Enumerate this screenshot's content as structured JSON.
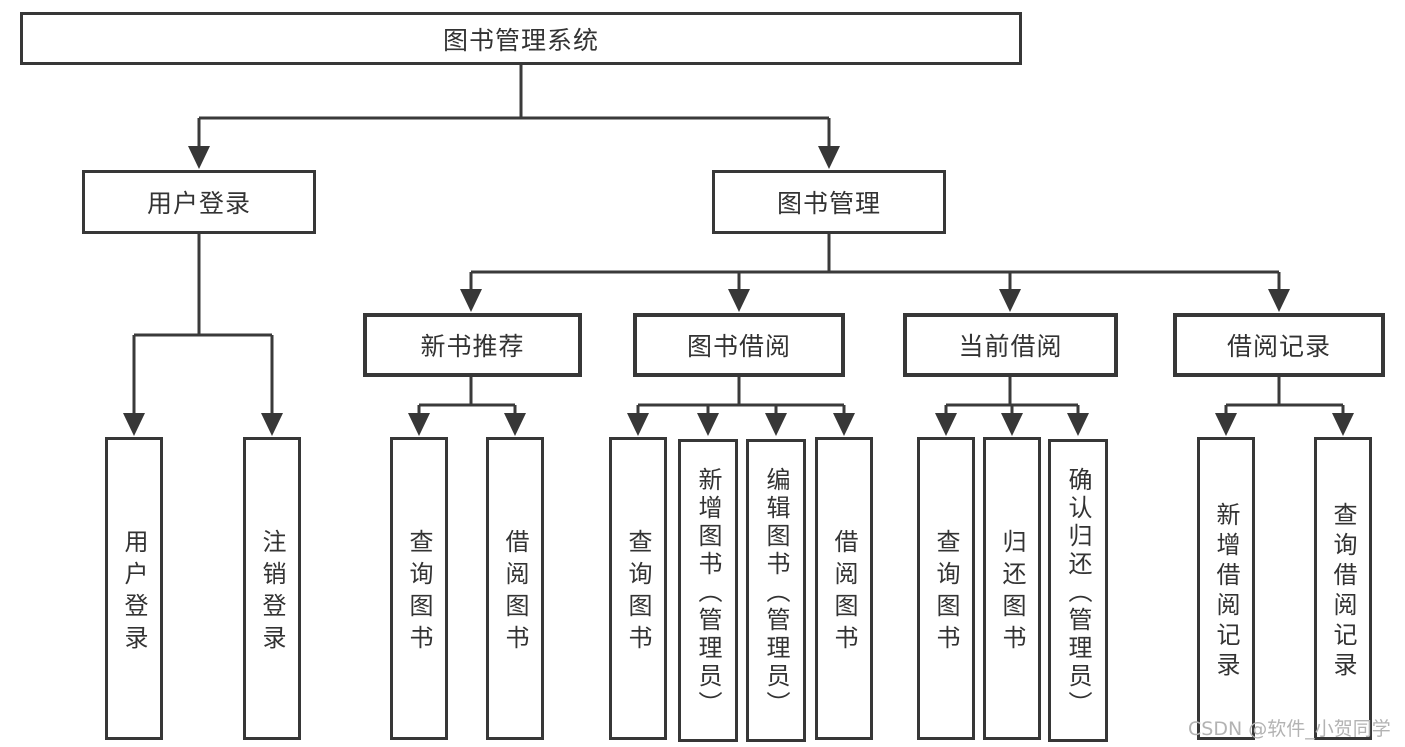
{
  "diagram": {
    "root": {
      "label": "图书管理系统"
    },
    "branches": [
      {
        "label": "用户登录",
        "children": [
          {
            "label": "用户登录"
          },
          {
            "label": "注销登录"
          }
        ]
      },
      {
        "label": "图书管理",
        "children": [
          {
            "label": "新书推荐",
            "children": [
              {
                "label": "查询图书"
              },
              {
                "label": "借阅图书"
              }
            ]
          },
          {
            "label": "图书借阅",
            "children": [
              {
                "label": "查询图书"
              },
              {
                "label": "新增图书（管理员）"
              },
              {
                "label": "编辑图书（管理员）"
              },
              {
                "label": "借阅图书"
              }
            ]
          },
          {
            "label": "当前借阅",
            "children": [
              {
                "label": "查询图书"
              },
              {
                "label": "归还图书"
              },
              {
                "label": "确认归还（管理员）"
              }
            ]
          },
          {
            "label": "借阅记录",
            "children": [
              {
                "label": "新增借阅记录"
              },
              {
                "label": "查询借阅记录"
              }
            ]
          }
        ]
      }
    ]
  },
  "watermark": {
    "text": "CSDN @软件_小贺同学"
  },
  "colors": {
    "line": "#3a3a3a",
    "box_border": "#373737",
    "text": "#333333",
    "watermark": "#b3b3b3",
    "background": "#ffffff"
  }
}
